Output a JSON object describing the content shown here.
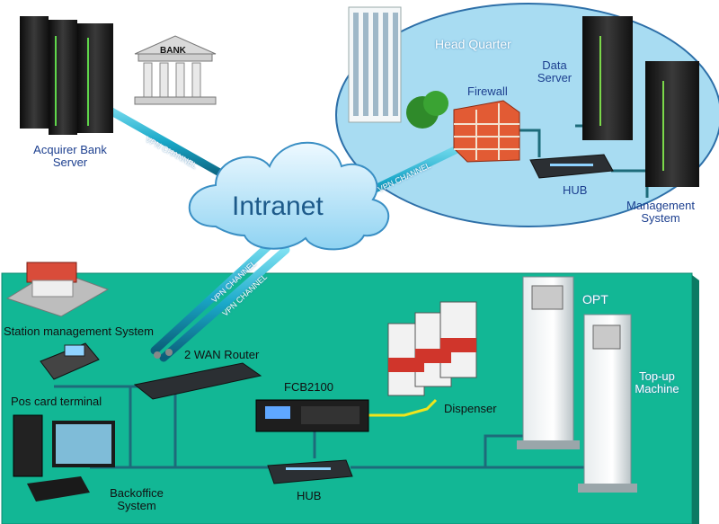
{
  "labels": {
    "acquirer_bank_server": [
      "Acquirer Bank",
      "Server"
    ],
    "bank_sign": "BANK",
    "vpn_channel": "VPN CHANNEL",
    "intranet": "Intranet",
    "head_quarter": "Head Quarter",
    "firewall": "Firewall",
    "data_server": [
      "Data",
      "Server"
    ],
    "hub_top": "HUB",
    "management_system": [
      "Management",
      "System"
    ],
    "station_management_system": "Station management System",
    "wan_router": "2 WAN Router",
    "pos_card_terminal": "Pos card terminal",
    "backoffice_system": [
      "Backoffice",
      "System"
    ],
    "fcb2100": "FCB2100",
    "dispenser": "Dispenser",
    "opt": "OPT",
    "topup_machine": [
      "Top-up",
      "Machine"
    ],
    "hub_bottom": "HUB"
  },
  "colors": {
    "hq_ellipse": "#a8dcf2",
    "station_panel": "#12b795",
    "cloud": "#c9ecfb",
    "vpn_tube": "#1aa9c9",
    "network_line": "#1d6b7a",
    "serial_line": "#f0e51c"
  }
}
